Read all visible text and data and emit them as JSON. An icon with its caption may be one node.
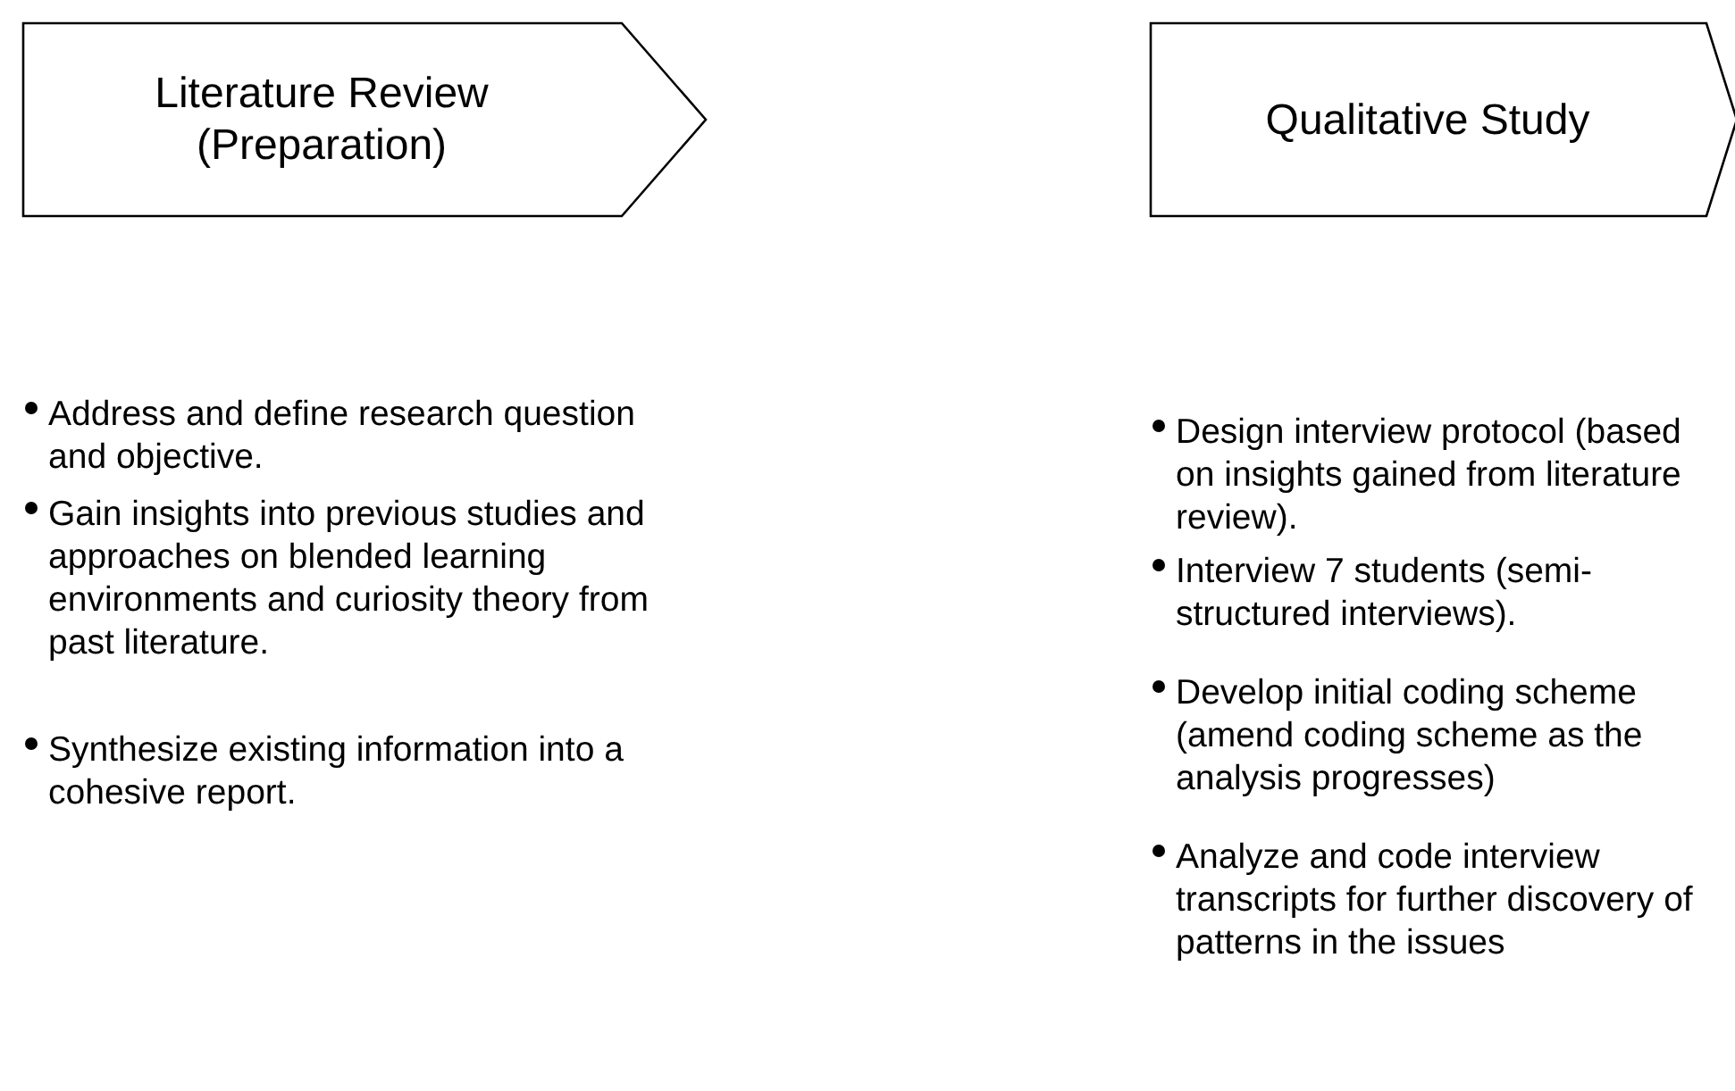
{
  "diagram": {
    "nodes": [
      {
        "text": [
          "Literature Review (Preparation)"
        ],
        "beside": [
          "Address and define research question and objective.",
          "Gain insights into previous studies and approaches on blended learning environments and curiosity theory from past literature.",
          "Synthesize existing information into a cohesive report."
        ]
      },
      {
        "text": [
          "Qualitative Study"
        ],
        "beside": [
          "Design interview protocol (based on insights gained from literature review).",
          "Interview 7 students (semi-structured interviews).",
          "Develop initial coding scheme (amend coding scheme as the analysis progresses)",
          "Analyze and code interview transcripts for further discovery of patterns in the issues"
        ]
      }
    ]
  }
}
